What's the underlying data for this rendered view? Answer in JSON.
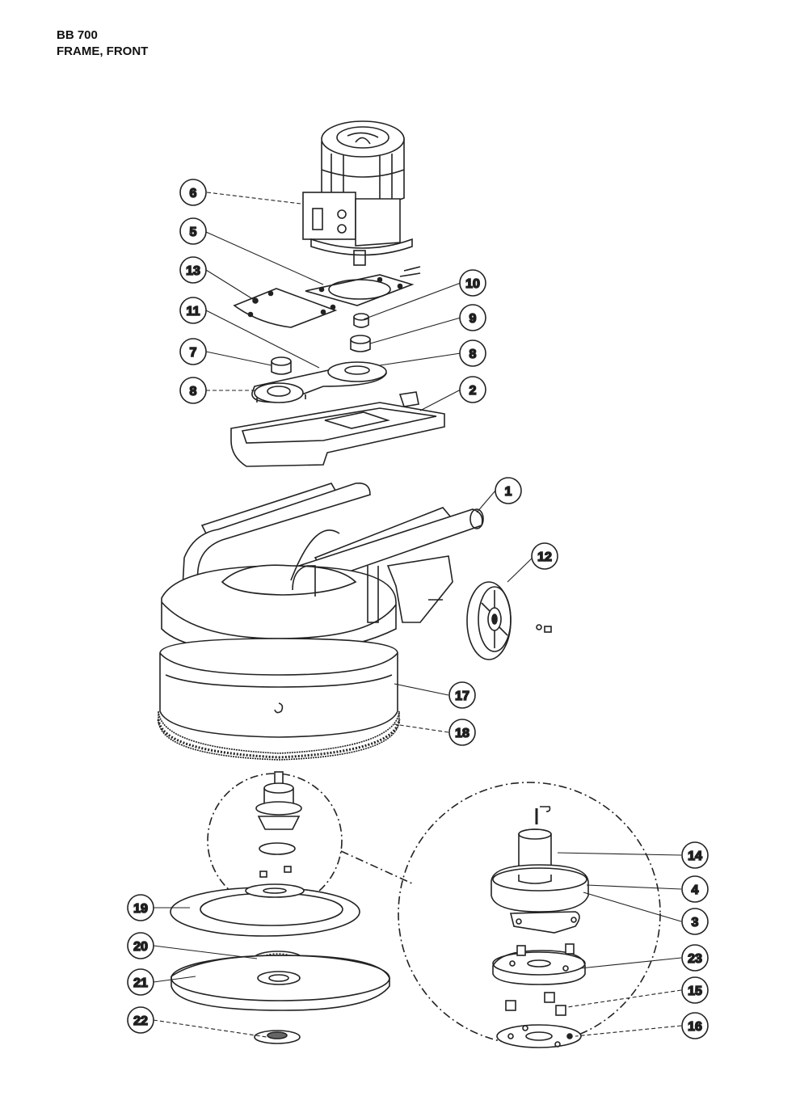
{
  "header": {
    "model": "BB 700",
    "section": "FRAME, FRONT"
  },
  "callouts": {
    "c1": "1",
    "c2": "2",
    "c3": "3",
    "c4": "4",
    "c5": "5",
    "c6": "6",
    "c7": "7",
    "c8a": "8",
    "c8b": "8",
    "c9": "9",
    "c10": "10",
    "c11": "11",
    "c12": "12",
    "c13": "13",
    "c14": "14",
    "c15": "15",
    "c16": "16",
    "c17": "17",
    "c18": "18",
    "c19": "19",
    "c20": "20",
    "c21": "21",
    "c22": "22",
    "c23": "23"
  }
}
